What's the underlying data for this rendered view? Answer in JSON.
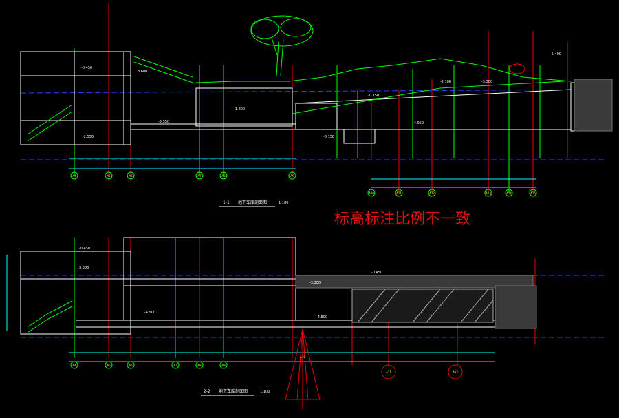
{
  "annotation": "标高标注比例不一致",
  "section_top": {
    "number": "1-1",
    "title": " 地下车库剖面图",
    "scale": "1:100"
  },
  "section_bottom": {
    "number": "2-2",
    "title": " 地下车库剖面图",
    "scale": "1:100"
  },
  "elevations_top": [
    "-0.450",
    "3.600",
    "-1.800",
    "-3.550",
    "-2.550",
    "-6.150",
    "-4.950",
    "-0.150",
    "-2.100",
    "-3.300",
    "-5.400"
  ],
  "elevations_bottom": [
    "-0.450",
    "3.300",
    "-4.500",
    "-4.800",
    "-3.300",
    "-0.450"
  ],
  "axis_labels_top": [
    "A4",
    "A5",
    "A6",
    "A7",
    "A8",
    "A9",
    "A10",
    "A11",
    "A12",
    "A13",
    "A14",
    "A15"
  ],
  "axis_labels_bottom": [
    "A4",
    "A5",
    "A6",
    "A7",
    "A8",
    "A9",
    "A10",
    "A11",
    "A12"
  ],
  "colors": {
    "background": "#000000",
    "axis": "#00ff00",
    "dimension": "#00ffff",
    "highlight": "#ff0000",
    "wall": "#ffffff",
    "hatch": "#7a7a7a"
  },
  "icons": [
    "tree-icon",
    "north-arrow-icon"
  ]
}
